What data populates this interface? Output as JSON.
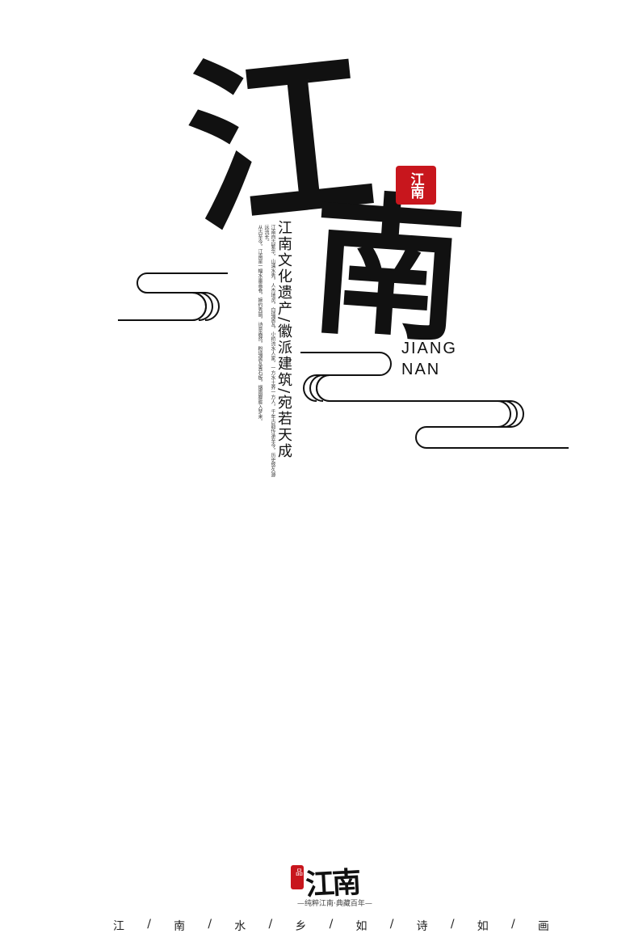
{
  "title": {
    "char1": "江",
    "char2": "南"
  },
  "seal": {
    "text": "江南",
    "color": "#c8161d"
  },
  "pinyin": {
    "line1": "JIANG",
    "line2": "NAN"
  },
  "vertical_tagline": "江南文化遗产/徽派建筑/宛若天成",
  "vertical_body": {
    "col_a": "江南自古繁华，山清水秀，人杰地灵，白墙黛瓦，小桥流水人家，一方水土养一方人，千年古韵传承至今，历史悠久源远流长。",
    "col_b": "从古至今，江南是一幅水墨画卷，婉约秀丽，诗意盎然，粉墙黛瓦青石板，烟雨朦胧入梦来。"
  },
  "footer": {
    "logo_text": "江南",
    "logo_seal": "品",
    "subtitle": "—纯粹江南·典藏百年—",
    "motto": [
      "江",
      "/",
      "南",
      "/",
      "水",
      "/",
      "乡",
      "/",
      "如",
      "/",
      "诗",
      "/",
      "如",
      "/",
      "画"
    ]
  }
}
